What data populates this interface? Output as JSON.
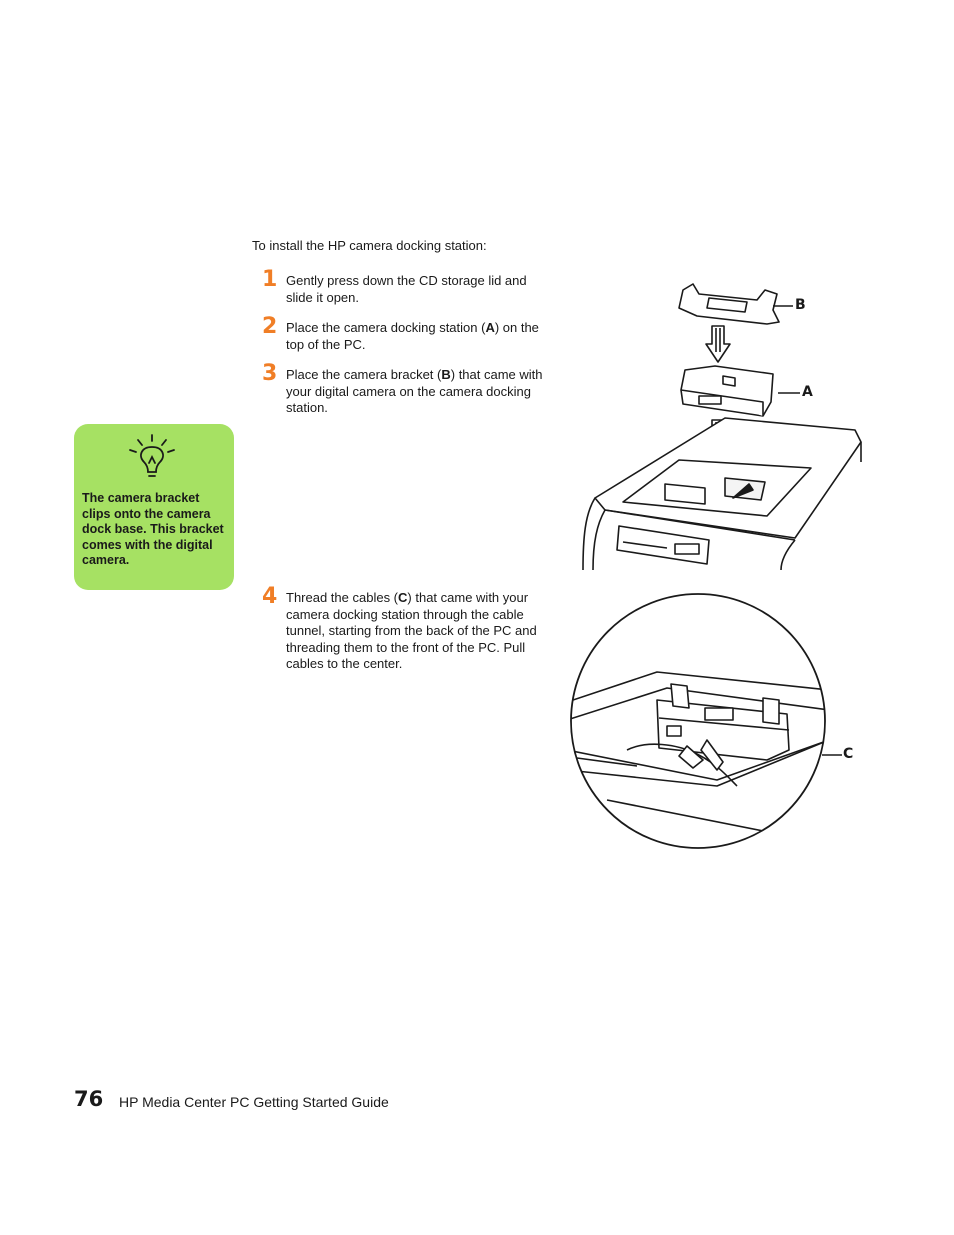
{
  "intro": "To install the HP camera docking station:",
  "steps": [
    {
      "num": "1",
      "text": "Gently press down the CD storage lid and slide it open."
    },
    {
      "num": "2",
      "pre": "Place the camera docking station (",
      "bold": "A",
      "post": ") on the top of the PC."
    },
    {
      "num": "3",
      "pre": "Place the camera bracket (",
      "bold": "B",
      "post": ") that came with your digital camera on the camera docking station."
    },
    {
      "num": "4",
      "pre": "Thread the cables (",
      "bold": "C",
      "post": ") that came with your camera docking station through the cable tunnel, starting from the back of the PC and threading them to the front of the PC. Pull cables to the center."
    }
  ],
  "tip": {
    "icon": "lightbulb-icon",
    "text": "The camera bracket clips onto the camera dock base. This bracket comes with the digital camera.",
    "bg": "#a6e163"
  },
  "callouts": {
    "b": "B",
    "a": "A",
    "c": "C"
  },
  "footer": {
    "page_number": "76",
    "title": "HP Media Center PC Getting Started Guide"
  },
  "accent": "#f07e26"
}
